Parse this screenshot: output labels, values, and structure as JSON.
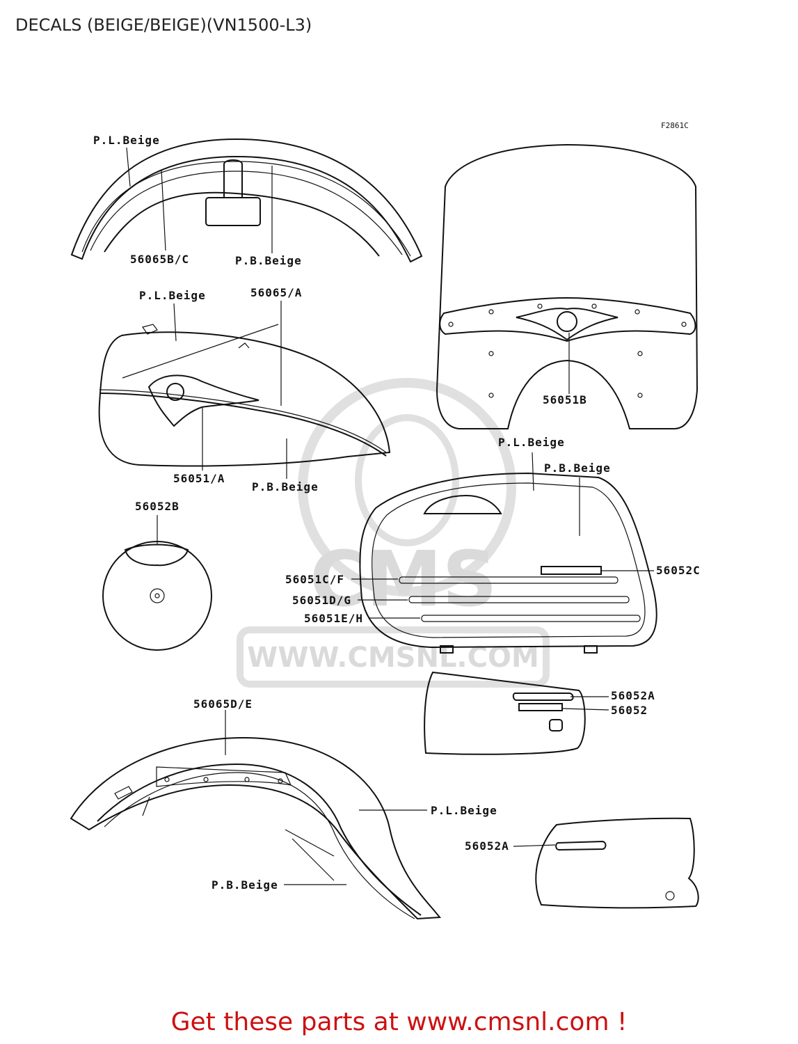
{
  "title": "DECALS (BEIGE/BEIGE)(VN1500-L3)",
  "figure_code": "F2861C",
  "watermark": {
    "brand": "CMS",
    "url": "WWW.CMSNL.COM"
  },
  "labels": {
    "front_fender_color_top": "P.L.Beige",
    "front_fender_part": "56065B/C",
    "front_fender_color_base": "P.B.Beige",
    "tank_color_top": "P.L.Beige",
    "tank_stripe": "56065/A",
    "tank_emblem": "56051/A",
    "tank_color_base": "P.B.Beige",
    "windshield_emblem": "56051B",
    "emblem_1500": "56052B",
    "saddlebag_color_top": "P.L.Beige",
    "saddlebag_color_base": "P.B.Beige",
    "saddlebag_logo": "56052C",
    "saddlebag_stripe_1": "56051C/F",
    "saddlebag_stripe_2": "56051D/G",
    "saddlebag_stripe_3": "56051E/H",
    "side_cover_logo": "56052A",
    "side_cover_model": "56052",
    "rear_fender_part": "56065D/E",
    "rear_fender_color_top": "P.L.Beige",
    "rear_fender_color_base": "P.B.Beige",
    "side_cover2_logo": "56052A"
  },
  "footer": {
    "cta": "Get these parts at www.cmsnl.com !"
  }
}
